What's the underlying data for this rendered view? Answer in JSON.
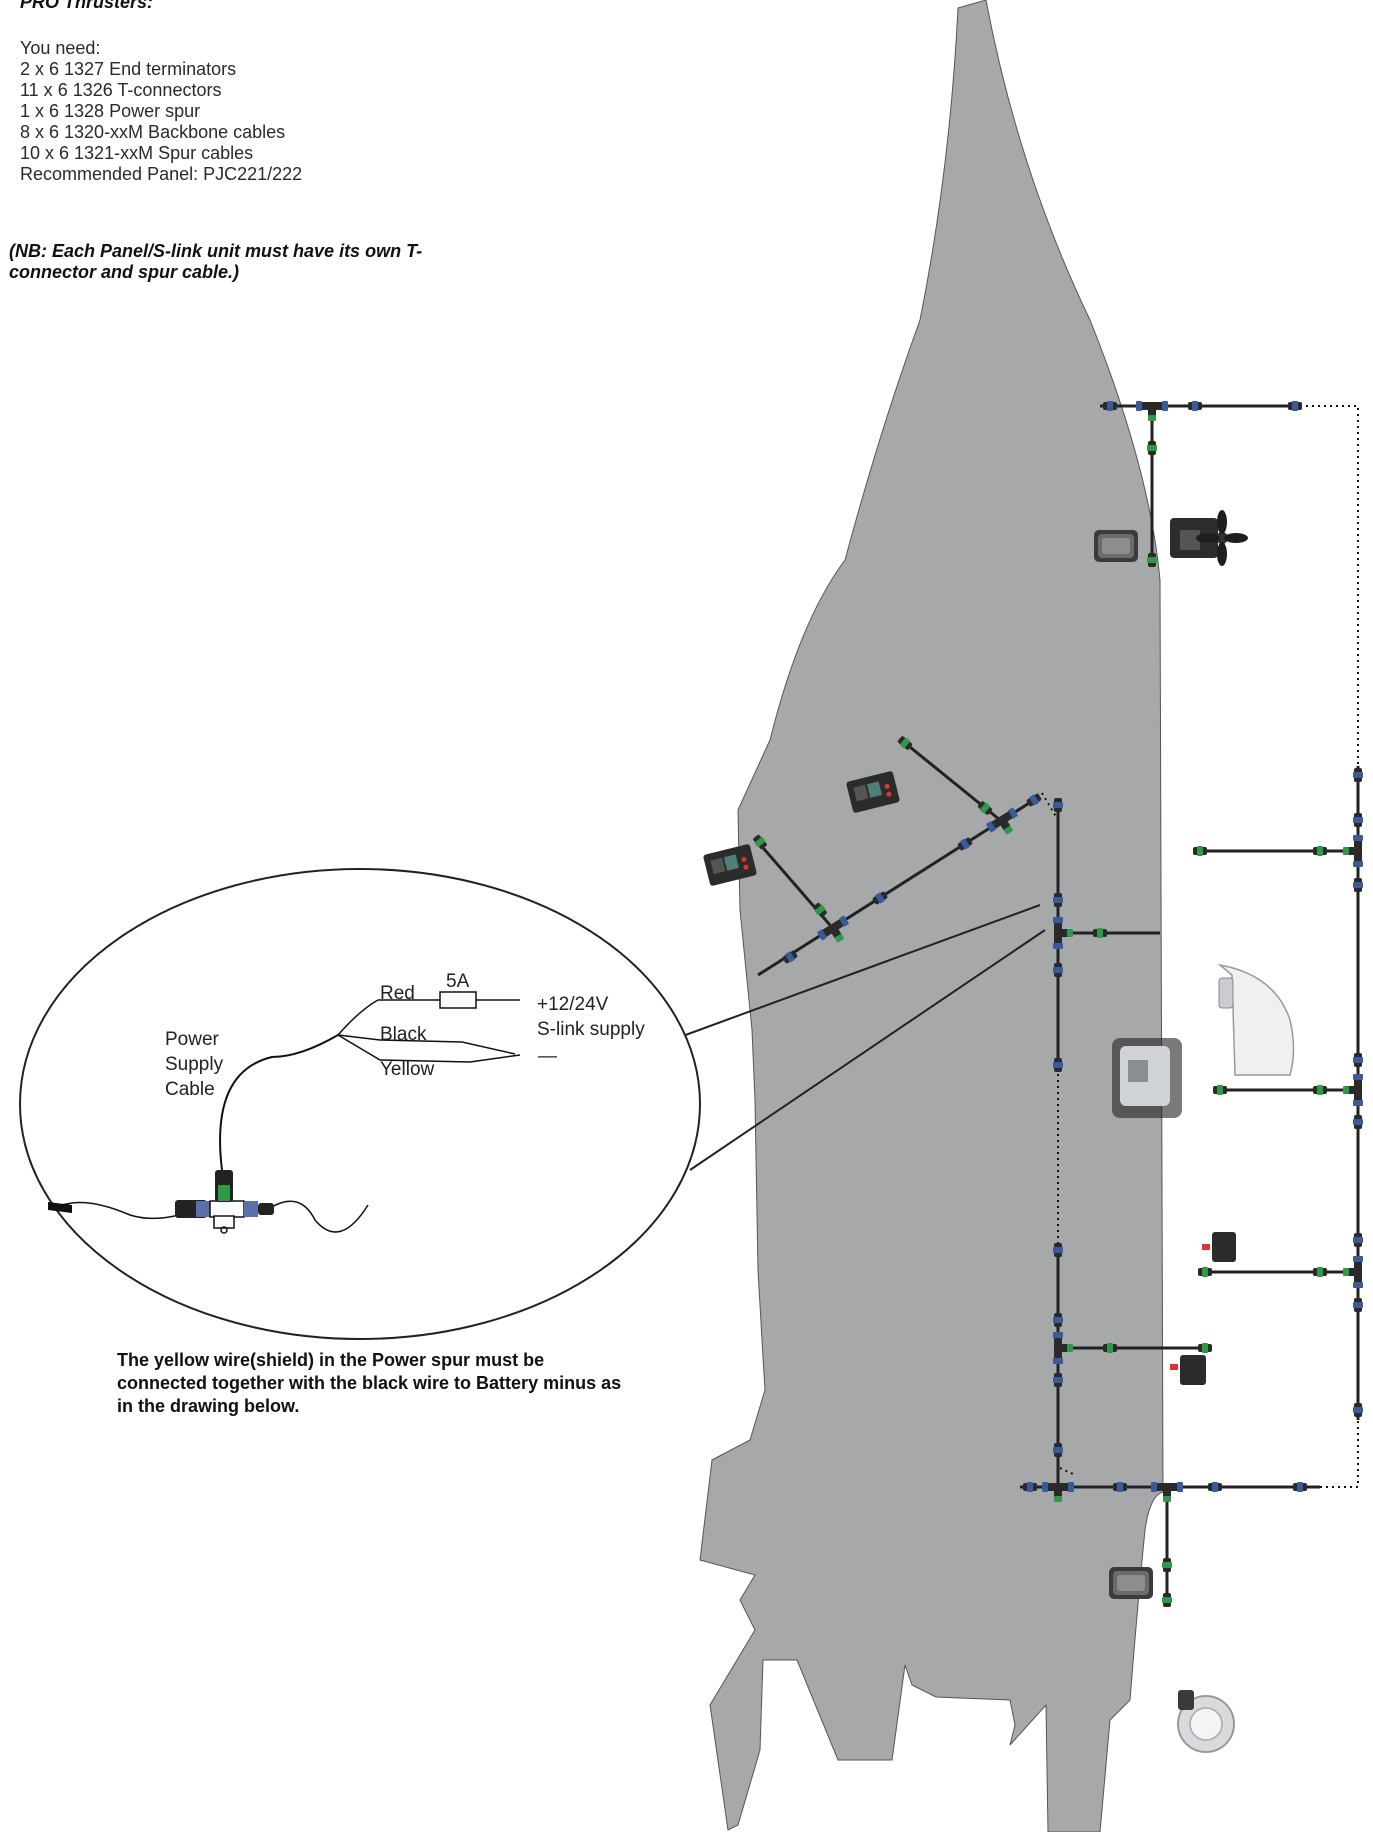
{
  "header": {
    "title": "PRO Thrusters:"
  },
  "requirements": {
    "intro": "You need:",
    "items": [
      "2 x 6 1327 End terminators",
      "11 x 6 1326 T-connectors",
      "1 x 6 1328 Power spur",
      "8 x 6 1320-xxM Backbone cables",
      "10 x 6 1321-xxM Spur cables",
      "Recommended Panel: PJC221/222"
    ]
  },
  "note": "(NB: Each Panel/S-link unit must have its own T-connector and spur cable.)",
  "warning": "The yellow wire(shield) in the Power spur must be connected together with the black wire to Battery minus as in the drawing below.",
  "power_detail": {
    "wire_red": "Red",
    "wire_black": "Black",
    "wire_yellow": "Yellow",
    "fuse": "5A",
    "supply_voltage": "+12/24V",
    "supply_name": "S-link supply",
    "minus": "—",
    "cable_label_1": "Power",
    "cable_label_2": "Supply",
    "cable_label_3": "Cable"
  },
  "colors": {
    "hull": "#a7a8aa",
    "connector_blue": "#3a5a9a",
    "connector_green": "#2e9a48",
    "cable": "#222222"
  }
}
